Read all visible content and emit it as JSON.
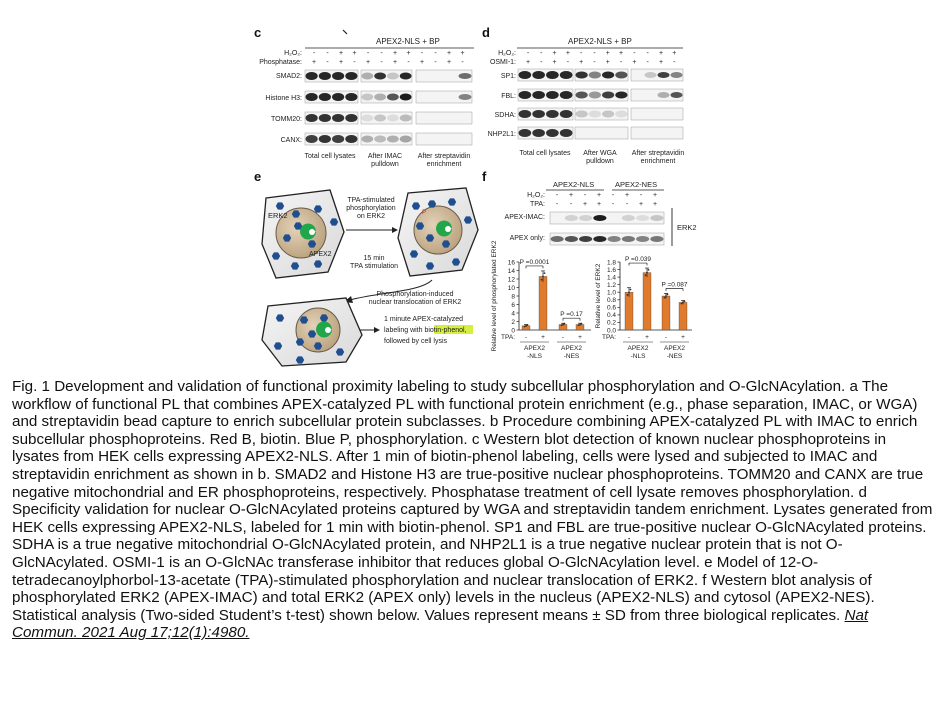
{
  "panel_c": {
    "letter": "c",
    "header": "APEX2-NLS + BP",
    "cond_h2o2": "H₂O₂:",
    "cond_phos": "Phosphatase:",
    "h2o2_signs": [
      "-",
      "-",
      "+",
      "+",
      "-",
      "-",
      "+",
      "+",
      "-",
      "-",
      "+",
      "+"
    ],
    "phos_signs": [
      "+",
      "-",
      "+",
      "-",
      "+",
      "-",
      "+",
      "-",
      "+",
      "-",
      "+",
      "-"
    ],
    "rows": [
      "SMAD2:",
      "Histone H3:",
      "TOMM20:",
      "CANX:"
    ],
    "groups": [
      [
        "Total cell lysates"
      ],
      [
        "After IMAC",
        "pulldown"
      ],
      [
        "After streptavidin",
        "enrichment"
      ]
    ]
  },
  "panel_d": {
    "letter": "d",
    "header": "APEX2-NLS + BP",
    "cond_h2o2": "H₂O₂:",
    "cond_osmi": "OSMI-1:",
    "h2o2_signs": [
      "-",
      "-",
      "+",
      "+",
      "-",
      "-",
      "+",
      "+",
      "-",
      "-",
      "+",
      "+"
    ],
    "osmi_signs": [
      "+",
      "-",
      "+",
      "-",
      "+",
      "-",
      "+",
      "-",
      "+",
      "-",
      "+",
      "-"
    ],
    "rows": [
      "SP1:",
      "FBL:",
      "SDHA:",
      "NHP2L1:"
    ],
    "groups": [
      [
        "Total cell lysates"
      ],
      [
        "After WGA",
        "pulldown"
      ],
      [
        "After streptavidin",
        "enrichment"
      ]
    ]
  },
  "panel_e": {
    "letter": "e",
    "erk2": "ERK2",
    "apex2": "APEX2",
    "p": "P",
    "step1": [
      "TPA-stimulated",
      "phosphorylation",
      "on ERK2"
    ],
    "step2": [
      "15 min",
      "TPA stimulation"
    ],
    "step3": [
      "Phosphorylation-induced",
      "nuclear translocation of ERK2"
    ],
    "step4_line1": "1 minute APEX-catalyzed",
    "step4_prefix": "labeling with ",
    "step4_highlight": "biotin-phenol",
    "step4_suffix": ",",
    "step4_line3": "followed by cell lysis",
    "highlight_color": "#d6ee3c"
  },
  "panel_f": {
    "letter": "f",
    "group1": "APEX2-NLS",
    "group2": "APEX2-NES",
    "cond_h2o2": "H₂O₂:",
    "cond_tpa": "TPA:",
    "h2o2_signs": [
      "-",
      "+",
      "-",
      "+",
      "-",
      "+",
      "-",
      "+"
    ],
    "tpa_signs": [
      "-",
      "-",
      "+",
      "+",
      "-",
      "-",
      "+",
      "+"
    ],
    "rows": [
      "APEX-IMAC:",
      "APEX only:"
    ],
    "bracket_label": "ERK2"
  },
  "chart_data": [
    {
      "type": "bar",
      "ylabel": "Relative level of phosphorylated ERK2",
      "ylim": [
        0,
        16
      ],
      "yticks": [
        0,
        2,
        4,
        6,
        8,
        10,
        12,
        14,
        16
      ],
      "tpa_label": "TPA:",
      "tpa_signs": [
        "-",
        "+",
        "-",
        "+"
      ],
      "groups": [
        [
          "APEX2",
          "-NLS"
        ],
        [
          "APEX2",
          "-NES"
        ]
      ],
      "values": [
        1.0,
        12.6,
        1.3,
        1.3
      ],
      "errors": [
        0.3,
        1.3,
        0.3,
        0.3
      ],
      "annotations": [
        "P =0.0001",
        "P =0.17"
      ],
      "bar_color": "#e07a2c"
    },
    {
      "type": "bar",
      "ylabel": "Relative level of ERK2",
      "ylim": [
        0,
        1.8
      ],
      "yticks": [
        0.0,
        0.2,
        0.4,
        0.6,
        0.8,
        1.0,
        1.2,
        1.4,
        1.6,
        1.8
      ],
      "tpa_label": "TPA:",
      "tpa_signs": [
        "-",
        "+",
        "-",
        "+"
      ],
      "groups": [
        [
          "APEX2",
          "-NLS"
        ],
        [
          "APEX2",
          "-NES"
        ]
      ],
      "values": [
        1.0,
        1.52,
        0.9,
        0.73
      ],
      "errors": [
        0.12,
        0.12,
        0.07,
        0.05
      ],
      "annotations": [
        "P =0.039",
        "P =0.087"
      ],
      "bar_color": "#e07a2c"
    }
  ],
  "caption": {
    "text": "Fig. 1 Development and validation of functional proximity labeling to study subcellular phosphorylation and O-GlcNAcylation. a The workflow of functional PL that combines APEX-catalyzed PL with functional protein enrichment (e.g., phase separation, IMAC, or WGA) and streptavidin bead capture to enrich subcellular protein subclasses. b Procedure combining APEX-catalyzed PL with IMAC to enrich subcellular phosphoproteins. Red B, biotin. Blue P, phosphorylation. c Western blot detection of known nuclear phosphoproteins in lysates from HEK cells expressing APEX2-NLS. After 1 min of biotin-phenol labeling, cells were lysed and subjected to IMAC and streptavidin enrichment as shown in b. SMAD2 and Histone H3 are true-positive nuclear phosphoproteins. TOMM20 and CANX are true negative mitochondrial and ER phosphoproteins, respectively. Phosphatase treatment of cell lysate removes phosphorylation. d Specificity validation for nuclear O-GlcNAcylated proteins captured by WGA and streptavidin tandem enrichment. Lysates generated from HEK cells expressing APEX2-NLS, labeled for 1 min with biotin-phenol. SP1 and FBL are true-positive nuclear O-GlcNAcylated proteins. SDHA is a true negative mitochondrial O-GlcNAcylated protein, and NHP2L1 is a true negative nuclear protein that is not O-GlcNAcylated. OSMI-1 is an O-GlcNAc transferase inhibitor that reduces global O-GlcNAcylation level. e Model of 12-O-tetradecanoylphorbol-13-acetate (TPA)-stimulated phosphorylation and nuclear translocation of ERK2. f Western blot analysis of phosphorylated ERK2 (APEX-IMAC) and total ERK2 (APEX only) levels in the nucleus (APEX2-NLS) and cytosol (APEX2-NES). Statistical analysis (Two-sided Student’s t-test) shown below. Values represent means ± SD from three biological replicates. ",
    "ref": "Nat Commun. 2021 Aug 17;12(1):4980."
  }
}
